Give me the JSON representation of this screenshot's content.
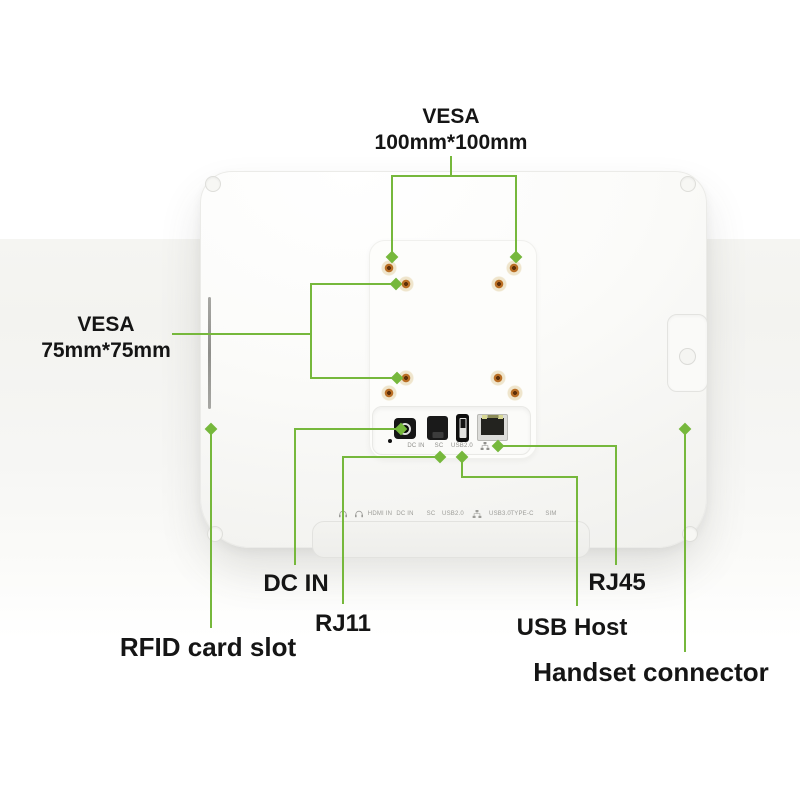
{
  "colors": {
    "annotation_green": "#76B83C"
  },
  "annotations": {
    "vesa100": {
      "title": "VESA",
      "size": "100mm*100mm"
    },
    "vesa75": {
      "title": "VESA",
      "size": "75mm*75mm"
    },
    "dc_in": "DC IN",
    "rj11": "RJ11",
    "rj45": "RJ45",
    "usb_host": "USB Host",
    "rfid_card_slot": "RFID card slot",
    "handset_connector": "Handset connector"
  },
  "device": {
    "port_panel": {
      "dc_in": "DC IN",
      "sc": "SC",
      "usb": "USB2.0"
    },
    "bottom_strip": [
      "HDMI IN",
      "DC IN",
      "SC",
      "USB2.0",
      "USB3.0",
      "TYPE-C",
      "SIM"
    ]
  },
  "icons": {
    "headphone": "headphone-icon",
    "lan": "lan-icon"
  }
}
